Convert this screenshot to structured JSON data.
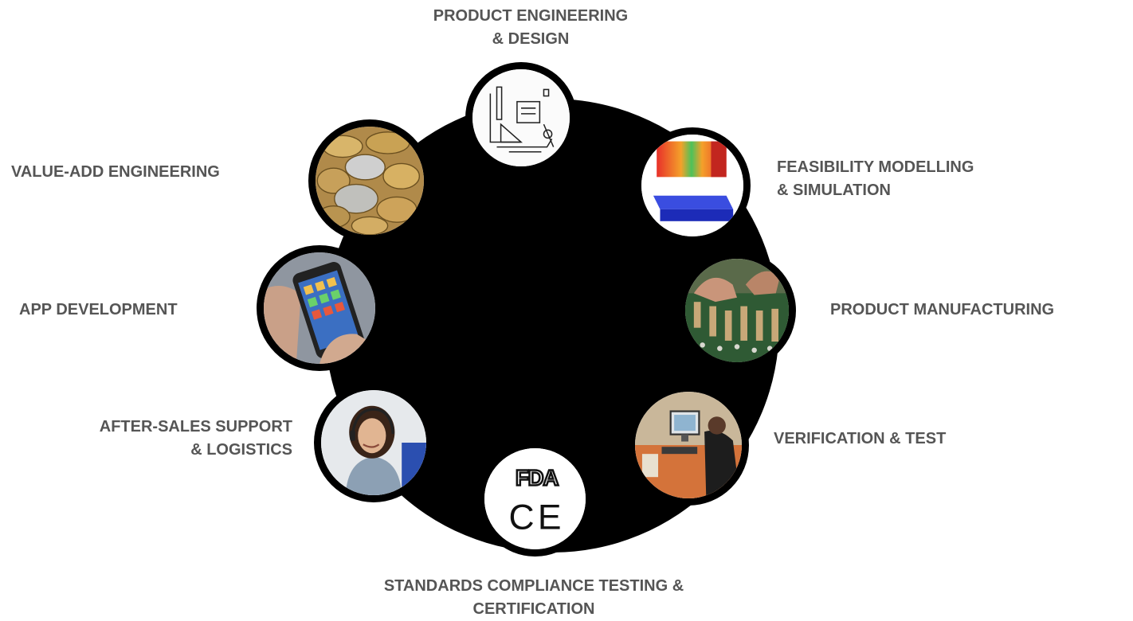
{
  "diagram": {
    "nodes": [
      {
        "id": "product-engineering",
        "lines": [
          "PRODUCT ENGINEERING",
          "& DESIGN"
        ],
        "icon": "blueprint-drawing-icon"
      },
      {
        "id": "feasibility",
        "lines": [
          "FEASIBILITY MODELLING",
          "& SIMULATION"
        ],
        "icon": "simulation-model-icon"
      },
      {
        "id": "manufacturing",
        "lines": [
          "PRODUCT MANUFACTURING"
        ],
        "icon": "circuit-board-icon"
      },
      {
        "id": "verification",
        "lines": [
          "VERIFICATION & TEST"
        ],
        "icon": "test-workstation-icon"
      },
      {
        "id": "standards",
        "lines": [
          "STANDARDS COMPLIANCE TESTING &",
          "CERTIFICATION"
        ],
        "icon": "fda-ce-logo-icon"
      },
      {
        "id": "after-sales",
        "lines": [
          "AFTER-SALES SUPPORT",
          "& LOGISTICS"
        ],
        "icon": "support-agent-icon"
      },
      {
        "id": "app-development",
        "lines": [
          "APP DEVELOPMENT"
        ],
        "icon": "smartphone-icon"
      },
      {
        "id": "value-add",
        "lines": [
          "VALUE-ADD ENGINEERING"
        ],
        "icon": "coins-icon"
      }
    ],
    "logo_text": {
      "fda": "FDA",
      "ce": "CE"
    },
    "colors": {
      "hub": "#000000",
      "label": "#555555",
      "background": "#ffffff"
    }
  }
}
